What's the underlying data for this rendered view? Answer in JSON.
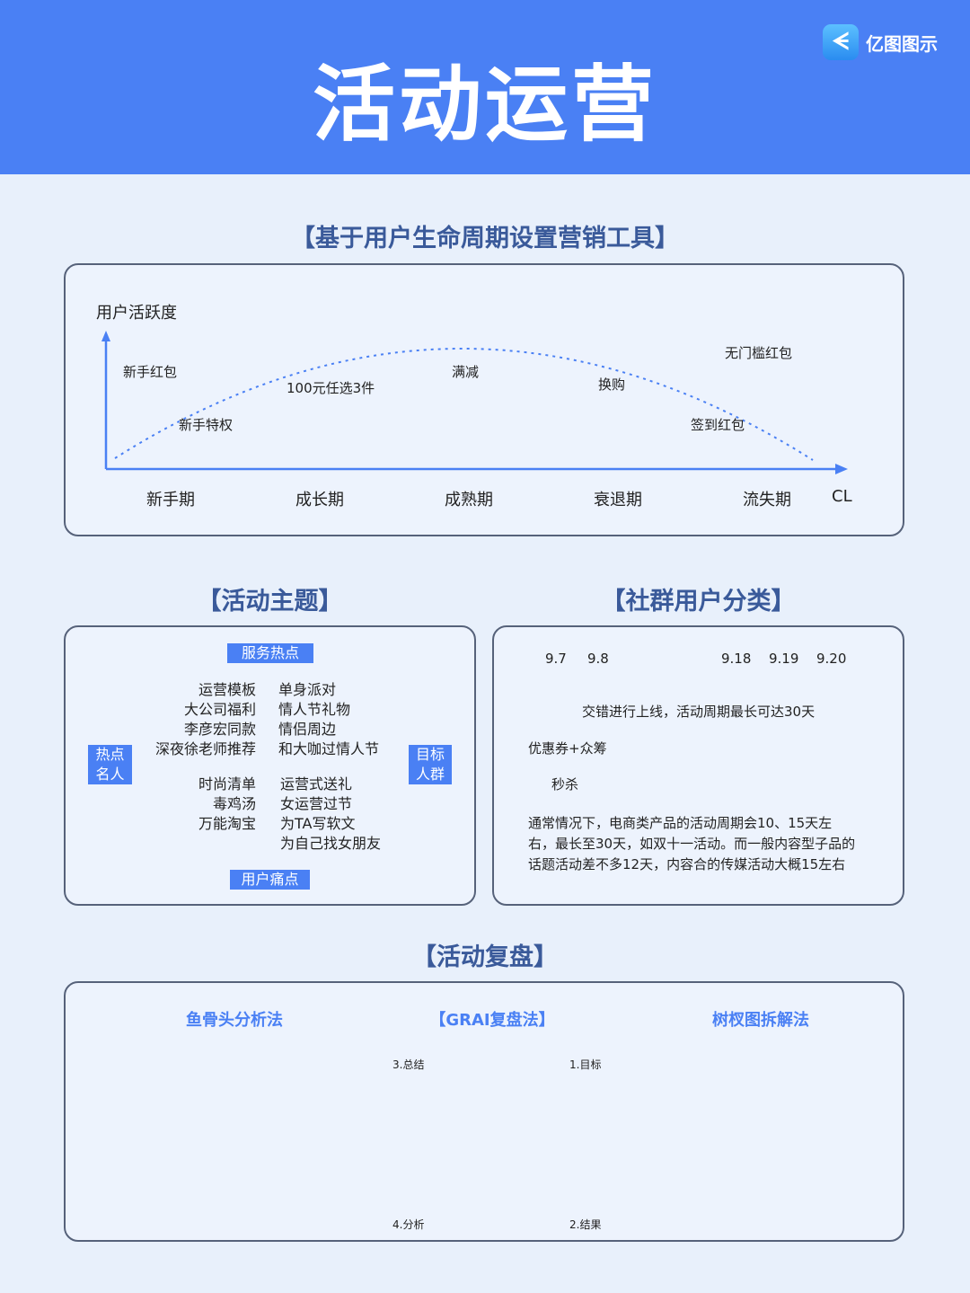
{
  "header": {
    "title": "活动运营",
    "logo_text": "亿图图示"
  },
  "lifecycle": {
    "section_title": "【基于用户生命周期设置营销工具】",
    "y_axis_label": "用户活跃度",
    "x_axis_end": "CL",
    "stages": [
      "新手期",
      "成长期",
      "成熟期",
      "衰退期",
      "流失期"
    ],
    "tools": [
      "新手红包",
      "新手特权",
      "100元任选3件",
      "满减",
      "换购",
      "无门槛红包",
      "签到红包"
    ]
  },
  "theme": {
    "section_title": "【活动主题】",
    "top_tag": "服务热点",
    "bottom_tag": "用户痛点",
    "left_tag": [
      "热点",
      "名人"
    ],
    "right_tag": [
      "目标",
      "人群"
    ],
    "q_top_left": [
      "运营模板",
      "大公司福利",
      "李彦宏同款",
      "深夜徐老师推荐"
    ],
    "q_top_right": [
      "单身派对",
      "情人节礼物",
      "情侣周边",
      "和大咖过情人节"
    ],
    "q_bottom_left": [
      "时尚清单",
      "毒鸡汤",
      "万能淘宝"
    ],
    "q_bottom_right": [
      "运营式送礼",
      "女运营过节",
      "为TA写软文",
      "为自己找女朋友"
    ]
  },
  "community": {
    "section_title": "【社群用户分类】",
    "dates": [
      "9.7",
      "9.8",
      "9.18",
      "9.19",
      "9.20"
    ],
    "timeline_caption": "交错进行上线，活动周期最长可达30天",
    "line1": "优惠券+众筹",
    "line2": "秒杀",
    "note": [
      "通常情况下，电商类产品的活动周期会10、15天左",
      "右，最长至30天，如双十一活动。而一般内容型子品的",
      "话题活动差不多12天，内容合的传媒活动大概15左右"
    ]
  },
  "review": {
    "section_title": "【活动复盘】",
    "fishbone_title": "鱼骨头分析法",
    "grai_title": "【GRAI复盘法】",
    "tree_title": "树杈图拆解法",
    "grai_labels": [
      "3.总结",
      "1.目标",
      "4.分析",
      "2.结果"
    ]
  },
  "colors": {
    "accent": "#4a80f4",
    "bg": "#e8f0fb"
  }
}
